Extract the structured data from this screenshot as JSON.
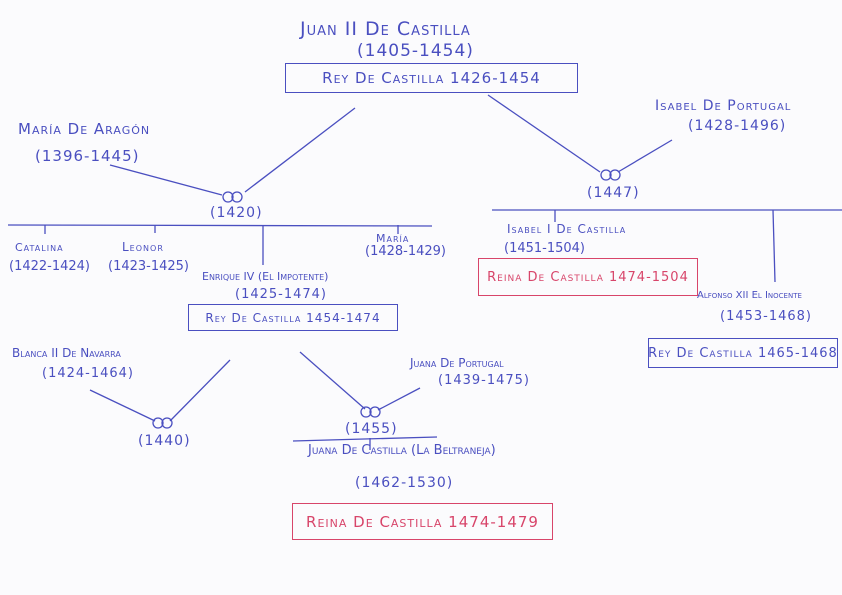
{
  "root": {
    "name": "Juan II De Castilla",
    "dates": "(1405-1454)",
    "reign": "Rey De Castilla 1426-1454"
  },
  "spouse1": {
    "name": "María De Aragón",
    "dates": "(1396-1445)",
    "marriage": "(1420)"
  },
  "spouse2": {
    "name": "Isabel De Portugal",
    "dates": "(1428-1496)",
    "marriage": "(1447)"
  },
  "children1": [
    {
      "name": "Catalina",
      "dates": "(1422-1424)"
    },
    {
      "name": "Leonor",
      "dates": "(1423-1425)"
    },
    {
      "name": "Enrique IV (El Impotente)",
      "dates": "(1425-1474)",
      "reign": "Rey De Castilla 1454-1474"
    },
    {
      "name": "María",
      "dates": "(1428-1429)"
    }
  ],
  "children2": [
    {
      "name": "Isabel I De Castilla",
      "dates": "(1451-1504)",
      "reign": "Reina De Castilla 1474-1504"
    },
    {
      "name": "Alfonso XII El Inocente",
      "dates": "(1453-1468)",
      "reign": "Rey De Castilla 1465-1468"
    }
  ],
  "enrique_spouse1": {
    "name": "Blanca II De Navarra",
    "dates": "(1424-1464)",
    "marriage": "(1440)"
  },
  "enrique_spouse2": {
    "name": "Juana De Portugal",
    "dates": "(1439-1475)",
    "marriage": "(1455)"
  },
  "grandchild": {
    "name": "Juana De Castilla (La Beltraneja)",
    "dates": "(1462-1530)",
    "reign": "Reina De Castilla 1474-1479"
  },
  "colors": {
    "ink": "#4a4fc0",
    "highlight": "#d8456a"
  }
}
